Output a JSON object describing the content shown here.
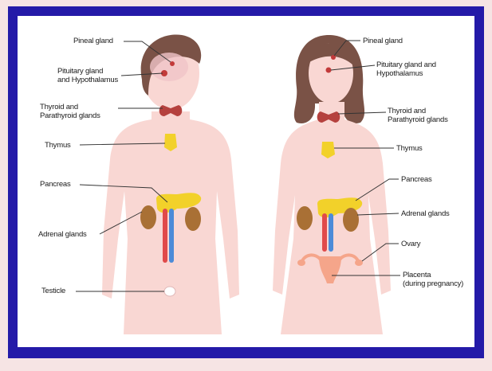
{
  "colors": {
    "frame": "#241aa8",
    "skin": "#f9d7d3",
    "hair": "#7a5246",
    "thyroid": "#b5413e",
    "thymus": "#f2d12a",
    "pancreas": "#f2d12a",
    "adrenal": "#a97035",
    "artery": "#e04a4a",
    "vein": "#4c8bd8",
    "uterus": "#f5a58a",
    "leader_line": "#333333"
  },
  "labels": {
    "male": {
      "pineal": [
        "Pineal gland"
      ],
      "pituitary": [
        "Pituitary gland",
        "and Hypothalamus"
      ],
      "thyroid": [
        "Thyroid and",
        "Parathyroid glands"
      ],
      "thymus": [
        "Thymus"
      ],
      "pancreas": [
        "Pancreas"
      ],
      "adrenal": [
        "Adrenal glands"
      ],
      "testicle": [
        "Testicle"
      ]
    },
    "female": {
      "pineal": [
        "Pineal gland"
      ],
      "pituitary": [
        "Pituitary gland and",
        "Hypothalamus"
      ],
      "thyroid": [
        "Thyroid and",
        "Parathyroid glands"
      ],
      "thymus": [
        "Thymus"
      ],
      "pancreas": [
        "Pancreas"
      ],
      "adrenal": [
        "Adrenal glands"
      ],
      "ovary": [
        "Ovary"
      ],
      "placenta": [
        "Placenta",
        "(during pregnancy)"
      ]
    }
  }
}
